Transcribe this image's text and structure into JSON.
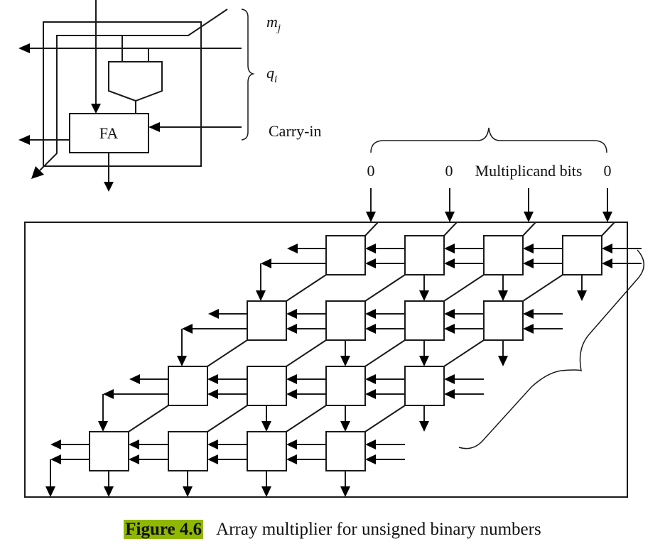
{
  "cell_detail": {
    "fa_label": "FA",
    "labels": {
      "m": "m",
      "m_sub": "j",
      "q": "q",
      "q_sub": "i",
      "carry_in": "Carry-in"
    }
  },
  "array": {
    "rows": 4,
    "columns": 4,
    "inputs": [
      "0",
      "0",
      "Multiplicand bits",
      "0"
    ],
    "input_values": [
      "0",
      "0",
      "0"
    ],
    "multiplicand_label": "Multiplicand bits"
  },
  "caption": {
    "figure_label": "Figure 4.6",
    "text": "Array multiplier for unsigned binary numbers",
    "highlight_color": "#8fb800"
  }
}
